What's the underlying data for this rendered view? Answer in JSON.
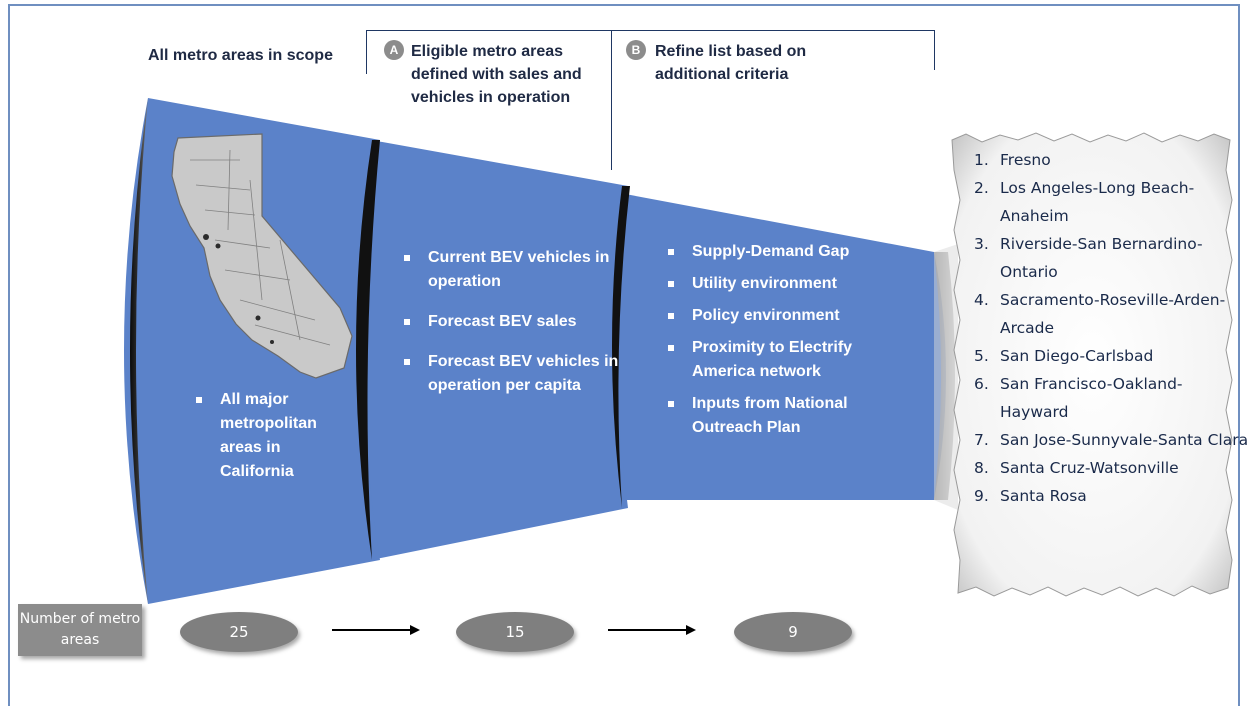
{
  "stages": [
    {
      "header": "All metro areas in scope",
      "badge": "",
      "bullets": [
        "All major metropolitan areas in California"
      ],
      "count": "25"
    },
    {
      "header": "Eligible metro areas defined with sales and vehicles in operation",
      "badge": "A",
      "bullets": [
        "Current BEV vehicles in operation",
        "Forecast BEV sales",
        "Forecast BEV vehicles in operation per capita"
      ],
      "count": "15"
    },
    {
      "header": "Refine list based on additional criteria",
      "badge": "B",
      "bullets": [
        "Supply-Demand Gap",
        "Utility environment",
        "Policy environment",
        "Proximity to Electrify America network",
        "Inputs from National Outreach Plan"
      ],
      "count": "9"
    }
  ],
  "count_label": "Number of metro areas",
  "final_list": [
    {
      "num": "1.",
      "name": "Fresno"
    },
    {
      "num": "2.",
      "name": "Los Angeles-Long Beach-Anaheim"
    },
    {
      "num": "3.",
      "name": "Riverside-San Bernardino-Ontario"
    },
    {
      "num": "4.",
      "name": "Sacramento-Roseville-Arden-Arcade"
    },
    {
      "num": "5.",
      "name": "San Diego-Carlsbad"
    },
    {
      "num": "6.",
      "name": "San Francisco-Oakland-Hayward"
    },
    {
      "num": "7.",
      "name": "San Jose-Sunnyvale-Santa Clara"
    },
    {
      "num": "8.",
      "name": "Santa Cruz-Watsonville"
    },
    {
      "num": "9.",
      "name": "Santa Rosa"
    }
  ],
  "colors": {
    "funnel": "#5b82c9",
    "funnel_edge": "#2b2b2b",
    "header_text": "#1f2a44",
    "oval": "#7f7f7f"
  },
  "icons": [
    "california-map-icon",
    "torn-paper-icon",
    "arrow-right-icon"
  ]
}
